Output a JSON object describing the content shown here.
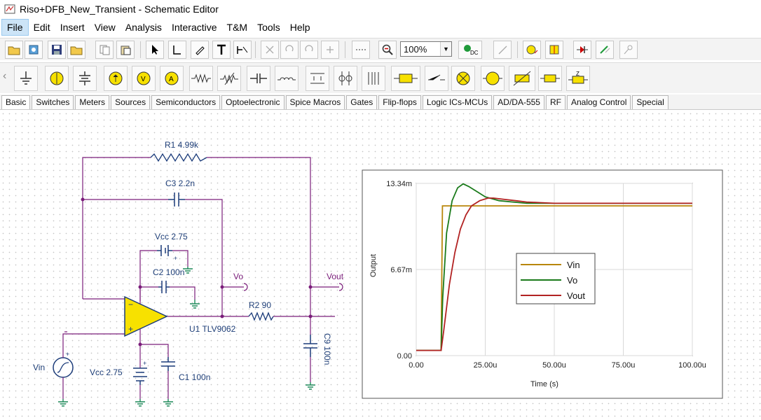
{
  "window": {
    "title": "Riso+DFB_New_Transient - Schematic Editor"
  },
  "menu": [
    {
      "id": "file",
      "label": "File"
    },
    {
      "id": "edit",
      "label": "Edit"
    },
    {
      "id": "insert",
      "label": "Insert"
    },
    {
      "id": "view",
      "label": "View"
    },
    {
      "id": "analysis",
      "label": "Analysis"
    },
    {
      "id": "interactive",
      "label": "Interactive"
    },
    {
      "id": "tm",
      "label": "T&M"
    },
    {
      "id": "tools",
      "label": "Tools"
    },
    {
      "id": "help",
      "label": "Help"
    }
  ],
  "toolbar": {
    "zoom_value": "100%"
  },
  "component_tabs": [
    {
      "id": "basic",
      "label": "Basic"
    },
    {
      "id": "switches",
      "label": "Switches"
    },
    {
      "id": "meters",
      "label": "Meters"
    },
    {
      "id": "sources",
      "label": "Sources"
    },
    {
      "id": "semiconductors",
      "label": "Semiconductors"
    },
    {
      "id": "optoelectronic",
      "label": "Optoelectronic"
    },
    {
      "id": "spice-macros",
      "label": "Spice Macros"
    },
    {
      "id": "gates",
      "label": "Gates"
    },
    {
      "id": "flip-flops",
      "label": "Flip-flops"
    },
    {
      "id": "logic-ics",
      "label": "Logic ICs-MCUs"
    },
    {
      "id": "ad-da",
      "label": "AD/DA-555"
    },
    {
      "id": "rf",
      "label": "RF"
    },
    {
      "id": "analog-control",
      "label": "Analog Control"
    },
    {
      "id": "special",
      "label": "Special"
    }
  ],
  "schematic": {
    "r1": "R1 4.99k",
    "c3": "C3 2.2n",
    "vcc_top": "Vcc 2.75",
    "c2": "C2 100n",
    "vo_node": "Vo",
    "vout_node": "Vout",
    "r2": "R2 90",
    "u1": "U1 TLV9062",
    "vin": "Vin",
    "vcc_bottom": "Vcc 2.75",
    "c1": "C1 100n",
    "c9": "C9 100n"
  },
  "colors": {
    "wire": "#7a1d7a",
    "component": "#1c3c7a",
    "opamp_fill": "#f7e100",
    "ground": "#1f8a5a",
    "vin_trace": "#b8860b",
    "vo_trace": "#1a7a1a",
    "vout_trace": "#b22222"
  },
  "chart_data": {
    "type": "line",
    "xlabel": "Time (s)",
    "ylabel": "Output",
    "x_ticks": [
      "0.00",
      "25.00u",
      "50.00u",
      "75.00u",
      "100.00u"
    ],
    "y_ticks": [
      "0.00",
      "6.67m",
      "13.34m"
    ],
    "xlim": [
      0,
      100
    ],
    "ylim": [
      0,
      13.34
    ],
    "grid": true,
    "legend_position": "center",
    "series": [
      {
        "name": "Vin",
        "color": "#b8860b",
        "x": [
          0,
          9,
          9.5,
          100
        ],
        "y": [
          0.4,
          0.4,
          11.6,
          11.6
        ]
      },
      {
        "name": "Vo",
        "color": "#1a7a1a",
        "x": [
          0,
          9,
          9.6,
          11,
          13,
          15,
          17,
          19,
          22,
          25,
          30,
          35,
          40,
          50,
          60,
          100
        ],
        "y": [
          0.4,
          0.4,
          4.5,
          9.5,
          12.0,
          13.0,
          13.3,
          13.1,
          12.7,
          12.3,
          12.0,
          11.9,
          11.8,
          11.8,
          11.8,
          11.8
        ]
      },
      {
        "name": "Vout",
        "color": "#b22222",
        "x": [
          0,
          9,
          10,
          12,
          14,
          16,
          18,
          20,
          23,
          26,
          28,
          32,
          36,
          40,
          45,
          50,
          60,
          100
        ],
        "y": [
          0.4,
          0.4,
          2.0,
          5.5,
          8.0,
          9.8,
          10.9,
          11.6,
          12.0,
          12.2,
          12.2,
          12.1,
          12.0,
          11.9,
          11.85,
          11.8,
          11.8,
          11.8
        ]
      }
    ]
  }
}
